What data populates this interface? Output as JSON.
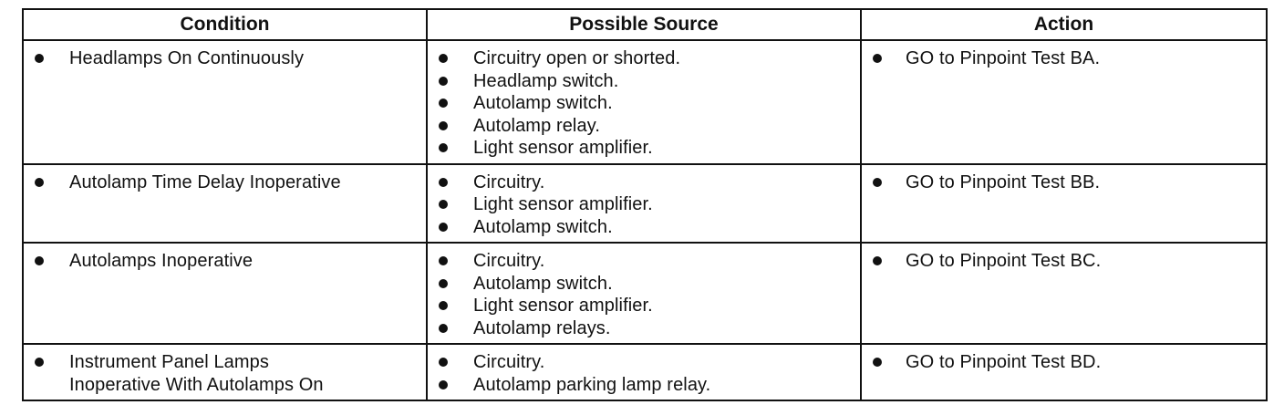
{
  "table": {
    "headers": [
      "Condition",
      "Possible Source",
      "Action"
    ],
    "rows": [
      {
        "condition": [
          "Headlamps On Continuously"
        ],
        "sources": [
          "Circuitry open or shorted.",
          "Headlamp switch.",
          "Autolamp switch.",
          "Autolamp relay.",
          "Light sensor amplifier."
        ],
        "action": "GO to Pinpoint Test BA."
      },
      {
        "condition": [
          "Autolamp Time Delay Inoperative"
        ],
        "sources": [
          "Circuitry.",
          "Light sensor amplifier.",
          "Autolamp switch."
        ],
        "action": "GO to Pinpoint Test BB."
      },
      {
        "condition": [
          "Autolamps Inoperative"
        ],
        "sources": [
          "Circuitry.",
          "Autolamp switch.",
          "Light sensor amplifier.",
          "Autolamp relays."
        ],
        "action": "GO to Pinpoint Test BC."
      },
      {
        "condition": [
          "Instrument Panel Lamps",
          "Inoperative With Autolamps On"
        ],
        "sources": [
          "Circuitry.",
          "Autolamp parking lamp relay."
        ],
        "action": "GO to Pinpoint Test BD."
      }
    ]
  }
}
